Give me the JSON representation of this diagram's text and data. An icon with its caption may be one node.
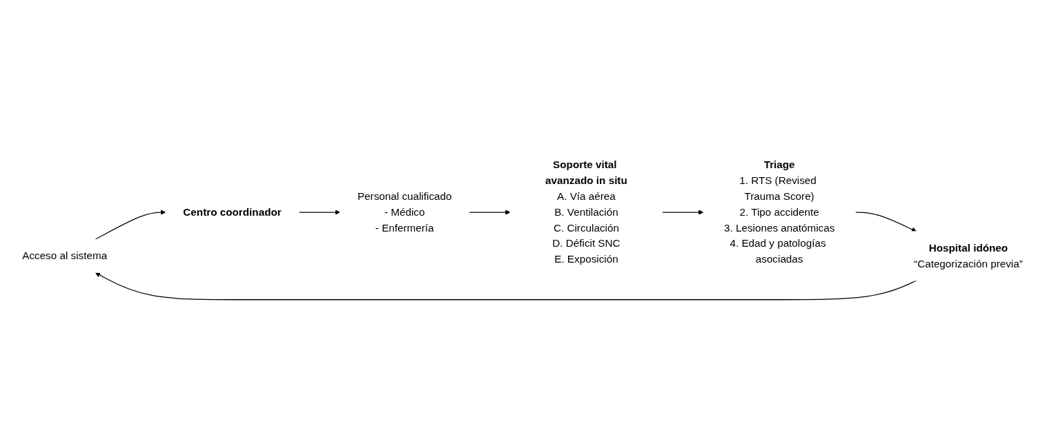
{
  "diagram": {
    "nodes": [
      {
        "text": [
          "Acceso al sistema"
        ]
      },
      {
        "text": [
          "Centro coordinador"
        ]
      },
      {
        "text": [
          "Personal cualificado",
          "- Médico",
          "- Enfermería"
        ]
      },
      {
        "text": [
          "Soporte vital avanzado in situ",
          "A. Vía aérea",
          "B. Ventilación",
          "C. Circulación",
          "D. Déficit SNC",
          "E. Exposición"
        ]
      },
      {
        "text": [
          "Triage",
          "1. RTS (Revised Trauma Score)",
          "2. Tipo accidente",
          "3. Lesiones anatómicas",
          "4. Edad y patologías asociadas"
        ]
      },
      {
        "text": [
          "Hospital idóneo",
          "“Categorización previa”"
        ]
      }
    ],
    "edges": [
      {
        "from": 0,
        "to": 1,
        "arrow": "to"
      },
      {
        "from": 1,
        "to": 2,
        "arrow": "to"
      },
      {
        "from": 2,
        "to": 3,
        "arrow": "to"
      },
      {
        "from": 3,
        "to": 4,
        "arrow": "to"
      },
      {
        "from": 4,
        "to": 5,
        "arrow": "to"
      },
      {
        "from": 5,
        "to": 0,
        "arrow": "to"
      }
    ]
  }
}
